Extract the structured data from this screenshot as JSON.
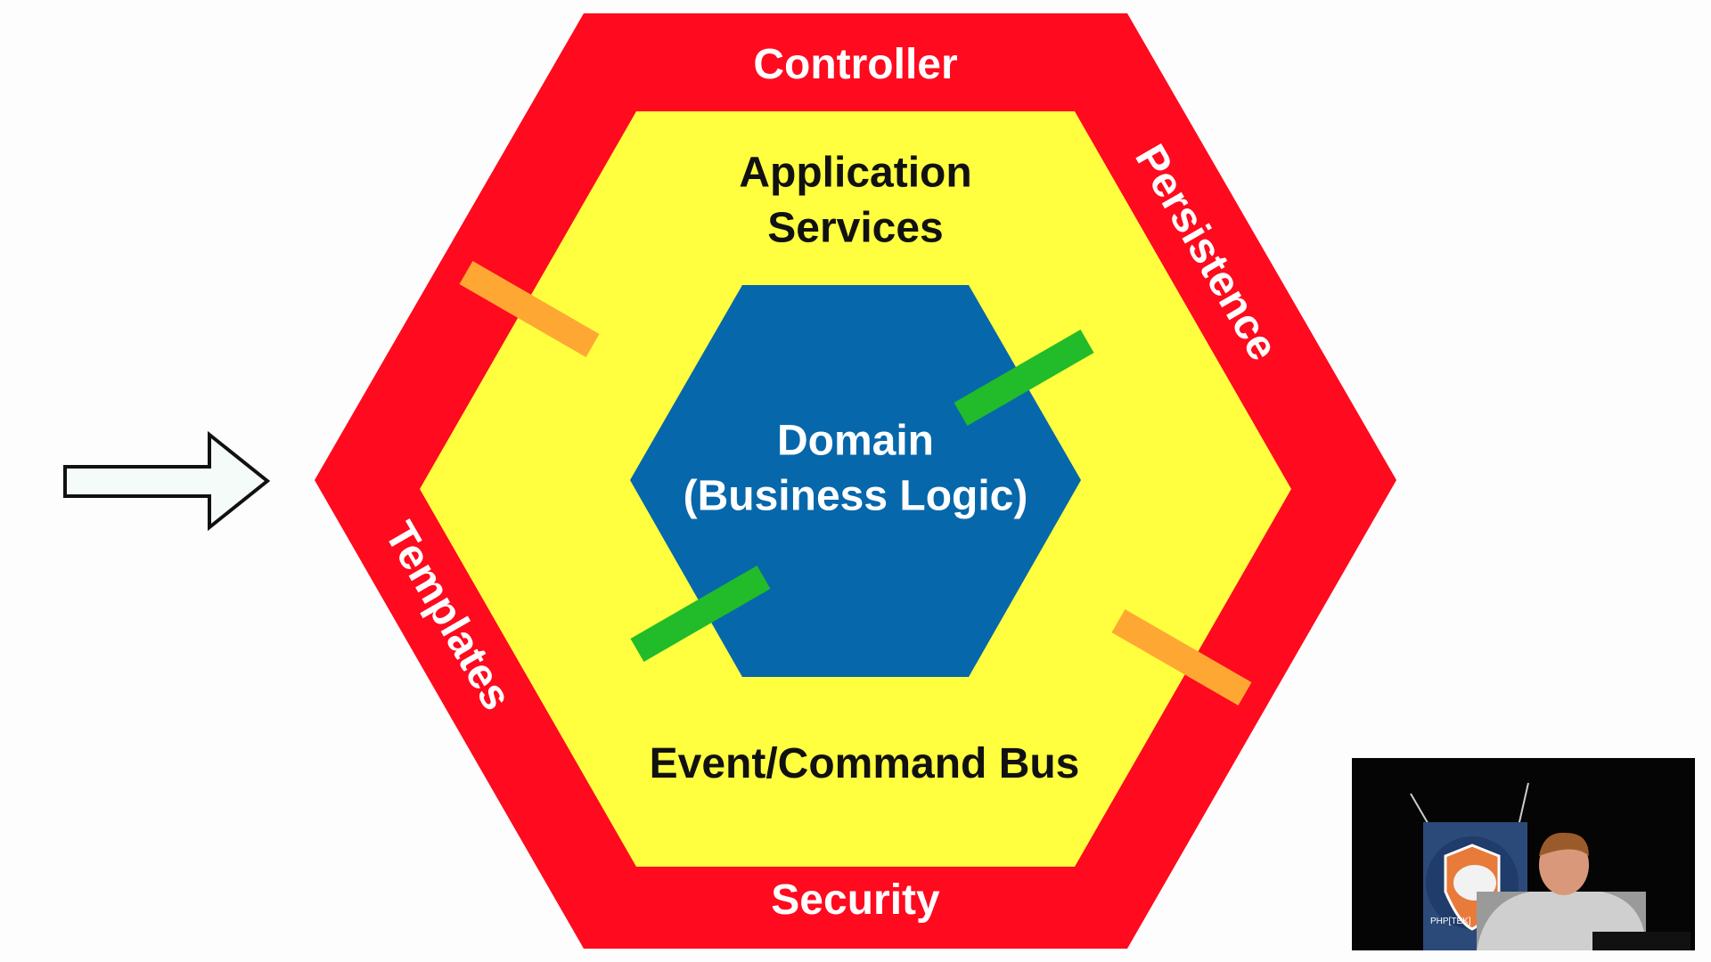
{
  "diagram": {
    "outer_ring_labels": {
      "top": "Controller",
      "right": "Persistence",
      "left": "Templates",
      "bottom": "Security"
    },
    "middle_ring_labels": {
      "top_line1": "Application",
      "top_line2": "Services",
      "bottom": "Event/Command Bus"
    },
    "core_labels": {
      "line1": "Domain",
      "line2": "(Business Logic)"
    },
    "colors": {
      "outer": "#ff0a1e",
      "middle": "#ffff40",
      "core": "#0767ab",
      "adapter_orange": "#ffa733",
      "adapter_green": "#22bb2a"
    }
  },
  "speaker_video": {
    "banner_text": "PHP[TEK]"
  }
}
